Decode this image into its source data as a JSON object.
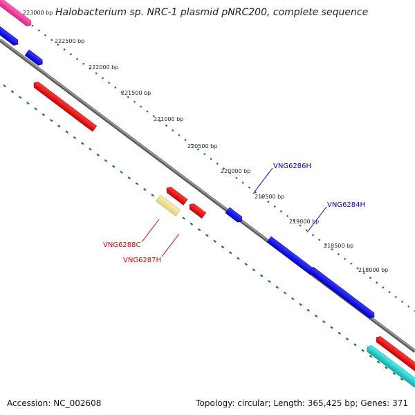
{
  "header": {
    "title": "Halobacterium sp. NRC-1 plasmid pNRC200, complete sequence"
  },
  "footer": {
    "accession": "Accession: NC_002608",
    "stats": "Topology: circular; Length: 365,425 bp; Genes: 371"
  },
  "ticks": [
    "223000 bp",
    "222500 bp",
    "222000 bp",
    "221500 bp",
    "221000 bp",
    "220500 bp",
    "220000 bp",
    "219500 bp",
    "219000 bp",
    "218500 bp",
    "218000 bp"
  ],
  "gene_labels": [
    {
      "name": "VNG6286H",
      "color": "#0000cc"
    },
    {
      "name": "VNG6284H",
      "color": "#0000cc"
    },
    {
      "name": "VNG6288C",
      "color": "#dd0000"
    },
    {
      "name": "VNG6287H",
      "color": "#dd0000"
    }
  ],
  "colors": {
    "backbone": "#7a7a7a",
    "tick_dash": "#1a7a1a",
    "forward_gene": "#0000ee",
    "reverse_gene": "#ee0000",
    "pink_gene": "#ee3399",
    "cyan_gene": "#22cccc",
    "yellow_gene": "#eee099"
  }
}
